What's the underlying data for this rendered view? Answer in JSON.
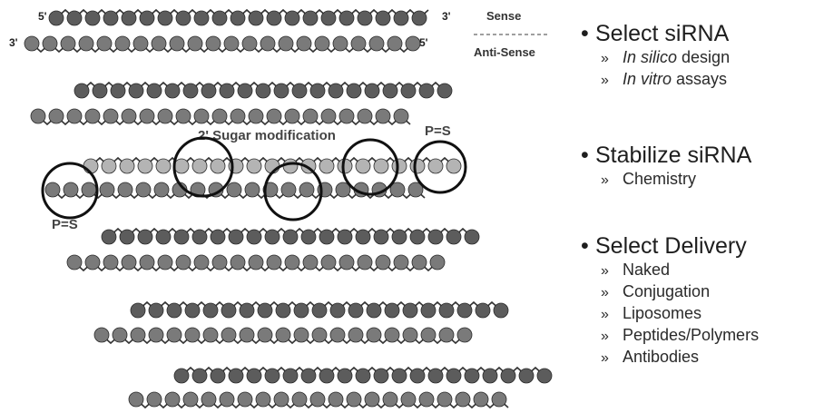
{
  "diagram": {
    "labels": {
      "five_prime": "5'",
      "three_prime": "3'",
      "sense": "Sense",
      "anti_sense": "Anti-Sense",
      "sugar_mod": "2' Sugar modification",
      "ps": "P=S"
    },
    "colors": {
      "sense_bead": "#5c5c5c",
      "antisense_bead": "#7a7a7a",
      "faded_bead": "#b4b4b4",
      "circle": "#111111"
    }
  },
  "bullets": {
    "select_sirna": {
      "heading": "Select siRNA",
      "items": [
        {
          "em": "In silico",
          "rest": " design"
        },
        {
          "em": "In vitro",
          "rest": " assays"
        }
      ]
    },
    "stabilize_sirna": {
      "heading": "Stabilize siRNA",
      "items": [
        {
          "text": "Chemistry"
        }
      ]
    },
    "select_delivery": {
      "heading": "Select Delivery",
      "items": [
        {
          "text": "Naked"
        },
        {
          "text": "Conjugation"
        },
        {
          "text": "Liposomes"
        },
        {
          "text": "Peptides/Polymers"
        },
        {
          "text": "Antibodies"
        }
      ]
    },
    "bullet_glyph": "•",
    "sub_glyph": "»"
  }
}
